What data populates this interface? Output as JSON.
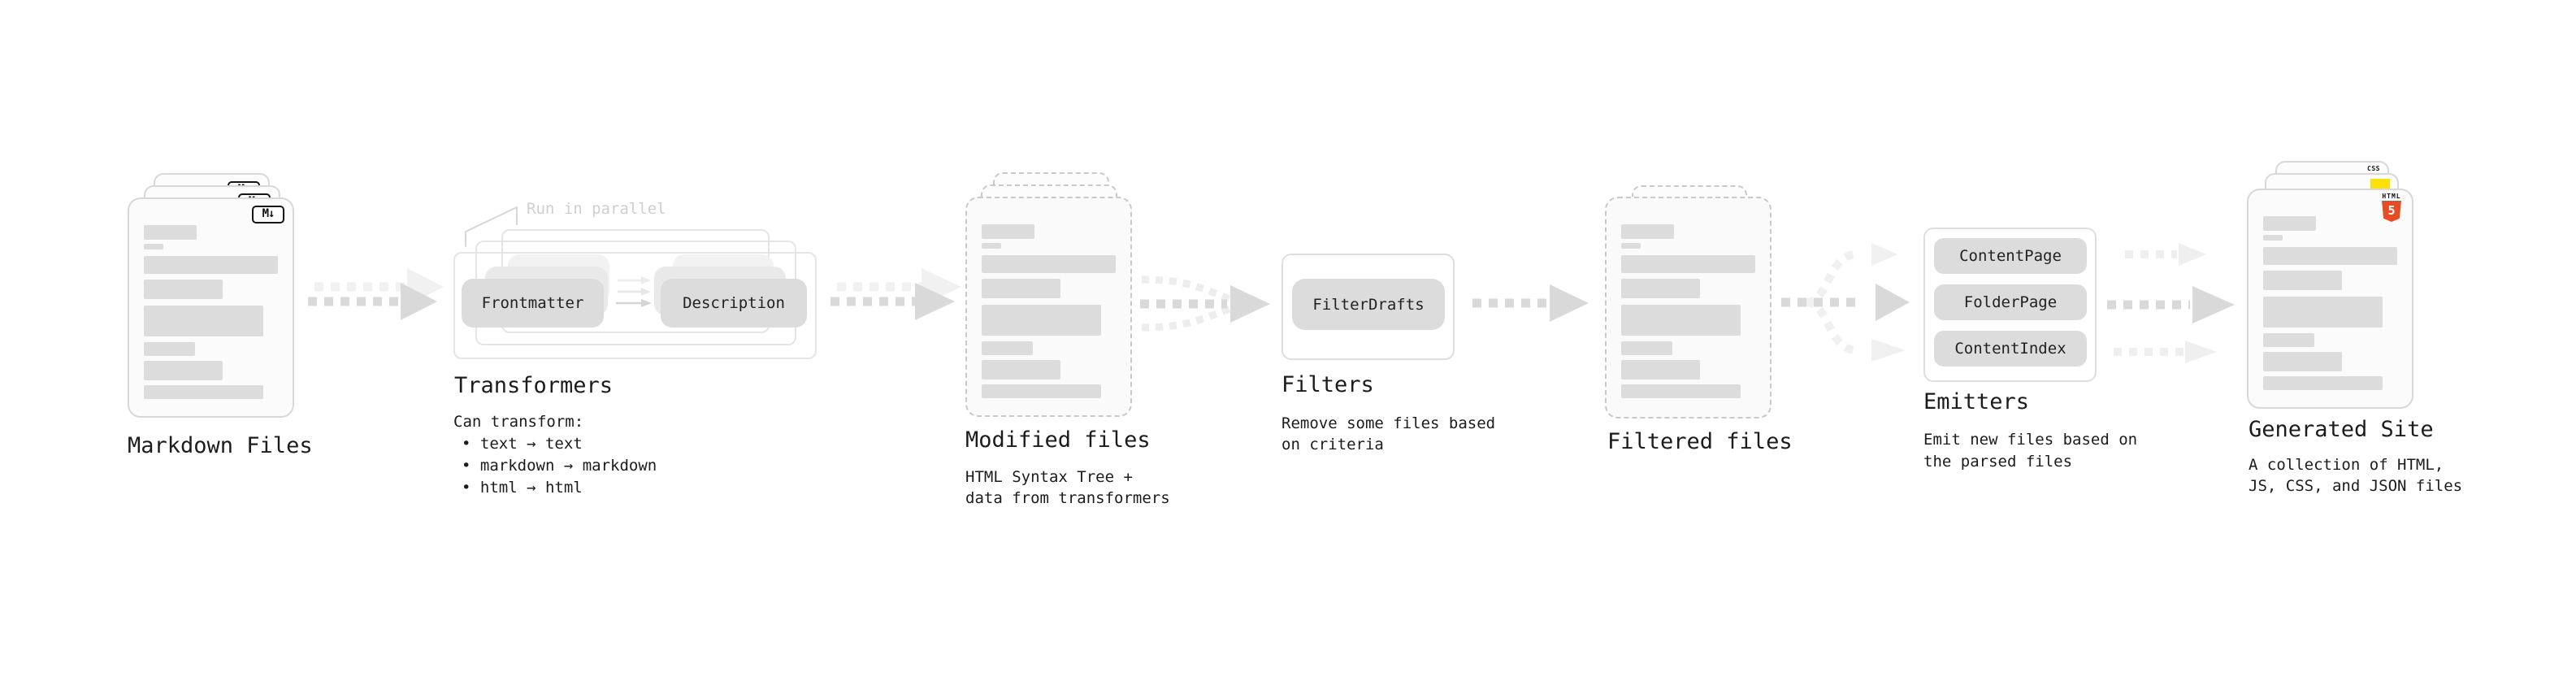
{
  "stages": {
    "markdown": {
      "title": "Markdown Files",
      "badge": "M↓"
    },
    "transformers": {
      "title": "Transformers",
      "annotation": "Run in parallel",
      "buttons": [
        "Frontmatter",
        "Description"
      ],
      "desc": [
        "Can transform:",
        "• text → text",
        "• markdown → markdown",
        "• html → html"
      ]
    },
    "modified": {
      "title": "Modified files",
      "desc": [
        "HTML Syntax Tree +",
        "data from transformers"
      ]
    },
    "filters": {
      "title": "Filters",
      "buttons": [
        "FilterDrafts"
      ],
      "desc": [
        "Remove some files based",
        "on criteria"
      ]
    },
    "filtered": {
      "title": "Filtered files"
    },
    "emitters": {
      "title": "Emitters",
      "buttons": [
        "ContentPage",
        "FolderPage",
        "ContentIndex"
      ],
      "desc": [
        "Emit new files based on",
        "the parsed files"
      ]
    },
    "generated": {
      "title": "Generated Site",
      "desc": [
        "A collection of HTML,",
        "JS, CSS, and JSON files"
      ],
      "file_badges": {
        "css_label": "CSS",
        "html_label": "HTML",
        "html_number": "5"
      }
    }
  },
  "colors": {
    "text": "#1c1c1c",
    "chip_fill": "#dcdcdc",
    "card_fill": "#fbfbfb",
    "arrow": "#d9d9d9",
    "arrow_light": "#efefef",
    "annotation_gray": "#cfcfcf",
    "html5_orange": "#e44d26",
    "js_yellow": "#ffe10a",
    "css_blue": "#2d6fe0"
  }
}
